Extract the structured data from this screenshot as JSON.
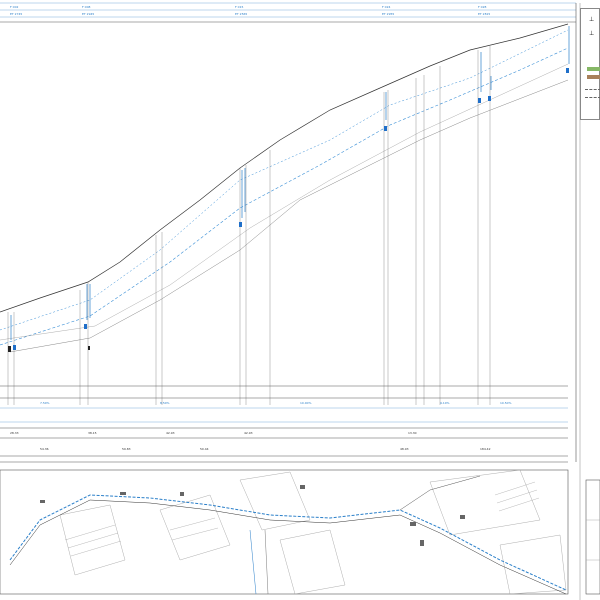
{
  "colors": {
    "profile_line": "#3a8fd6",
    "structure": "#1f6fc9",
    "terrain": "#333333",
    "frame": "#555555",
    "legend_green": "#86b866",
    "legend_brown": "#a8805a"
  },
  "header_labels": [
    {
      "text": "F 002",
      "sub": "ET 2745"
    },
    {
      "text": "F 008",
      "sub": "ET 2945"
    },
    {
      "text": "F 015",
      "sub": "ET 2565"
    },
    {
      "text": "F 024",
      "sub": "ET 2955"
    },
    {
      "text": "F 028",
      "sub": "ET 2815"
    }
  ],
  "section_values": [
    "28.33",
    "38.15",
    "42.93",
    "42.93",
    "13.30"
  ],
  "lower_values": [
    "54.36",
    "59.83",
    "50.44",
    "48.93",
    "184.42"
  ],
  "gradient_labels": [
    "7.50%",
    "8.50%",
    "10.00%",
    "9.10%",
    "10.50%"
  ],
  "legend": {
    "items": [
      "symbol-1",
      "symbol-2",
      "green",
      "brown",
      "dash-1",
      "dash-2"
    ]
  }
}
